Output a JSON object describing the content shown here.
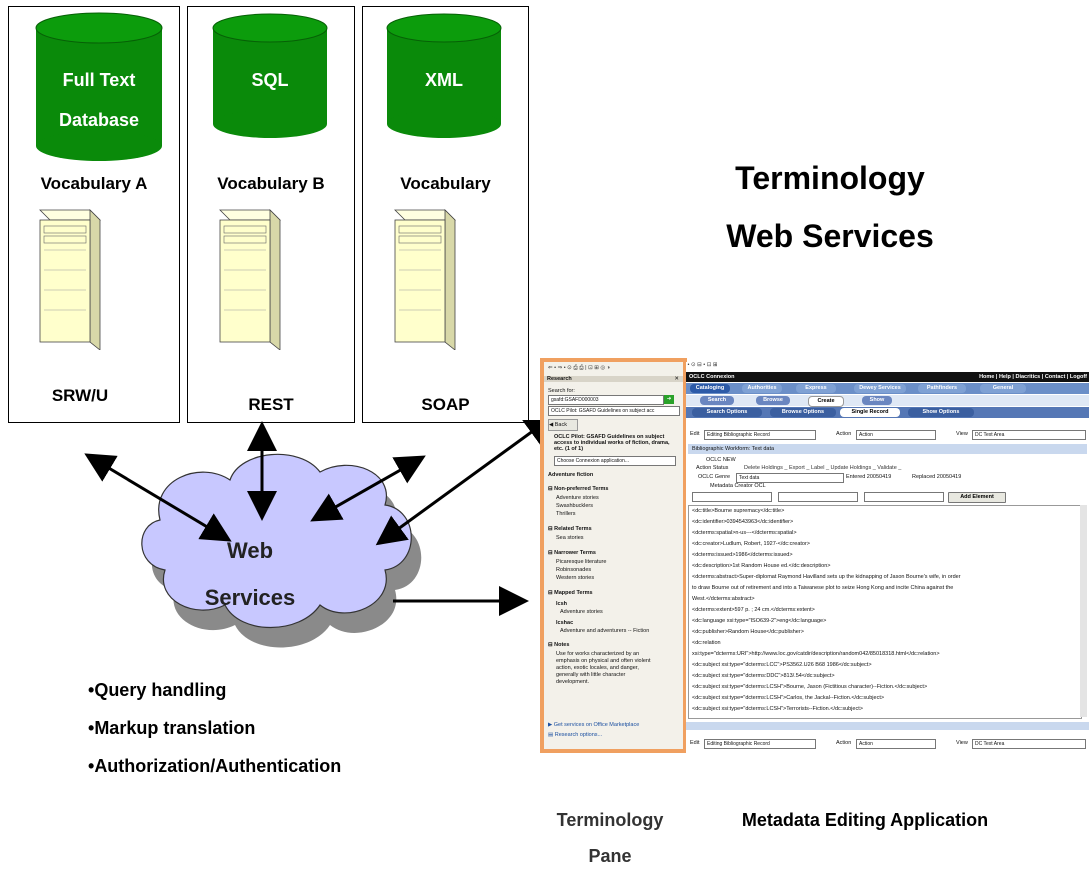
{
  "sources": [
    {
      "db_label_1": "Full Text",
      "db_label_2": "Database",
      "vocabulary": "Vocabulary A",
      "protocol": "SRW/U"
    },
    {
      "db_label_1": "SQL",
      "db_label_2": "",
      "vocabulary": "Vocabulary B",
      "protocol": "REST"
    },
    {
      "db_label_1": "XML",
      "db_label_2": "",
      "vocabulary": "Vocabulary",
      "protocol": "SOAP"
    }
  ],
  "title": {
    "line1": "Terminology",
    "line2": "Web Services"
  },
  "cloud": {
    "line1": "Web",
    "line2": "Services"
  },
  "features": [
    "Query handling",
    "Markup translation",
    "Authorization/Authentication"
  ],
  "captions": {
    "pane_1": "Terminology",
    "pane_2": "Pane",
    "app": "Metadata Editing Application"
  },
  "colors": {
    "db_green": "#0a8a0a",
    "server": "#ffffcc",
    "cloud": "#c8c8ff",
    "pane_border": "#f0a060"
  },
  "pane": {
    "header": "Research",
    "search_label": "Search for:",
    "search_value": "gsafd:GSAFD000003",
    "source_select": "OCLC Pilot: GSAFD Guidelines on subject acc",
    "back": "Back",
    "result_title": "OCLC Pilot: GSAFD Guidelines on subject access to individual works of fiction, drama, etc. (1 of 1)",
    "choose": "Choose Connexion application...",
    "term": "Adventure fiction",
    "groups": [
      {
        "head": "Non-preferred Terms",
        "items": [
          "Adventure stories",
          "Swashbucklers",
          "Thrillers"
        ]
      },
      {
        "head": "Related Terms",
        "items": [
          "Sea stories"
        ]
      },
      {
        "head": "Narrower Terms",
        "items": [
          "Picaresque literature",
          "Robinsonades",
          "Western stories"
        ]
      },
      {
        "head": "Mapped Terms",
        "items": [
          "lcsh",
          "Adventure stories",
          "lcshac",
          "Adventure and adventurers -- Fiction"
        ]
      },
      {
        "head": "Notes",
        "items": [
          "Use for works characterized by an",
          "emphasis on physical and often violent",
          "action, exotic locales, and danger,",
          "generally with little character",
          "development."
        ]
      }
    ],
    "footer_1": "Get services on Office Marketplace",
    "footer_2": "Research options..."
  },
  "app": {
    "brand": "OCLC Connexion",
    "top_links": "Home | Help | Diacritics | Contact | Logoff",
    "tabs": [
      "Cataloging",
      "Authorities",
      "Express",
      "Dewey Services",
      "Pathfinders",
      "General"
    ],
    "buttons": [
      "Search",
      "Browse",
      "Create",
      "Show"
    ],
    "options": [
      "Search Options",
      "Browse Options",
      "Single Record",
      "Show Options"
    ],
    "edit_label": "Edit",
    "edit_value": "Editing Bibliographic Record",
    "action_label": "Action",
    "action_value": "Action",
    "view_label": "View",
    "view_value": "DC Text Area",
    "workform": "Bibliographic Workform: Text data",
    "oclc": "OCLC",
    "oclc_value": "NEW",
    "action_status": "Action Status",
    "status_links": "Delete Holdings _ Export _ Label _ Update Holdings _ Validate _",
    "genre": "OCLC Genre",
    "genre_value": "Text data",
    "entered": "Entered",
    "entered_value": "20050419",
    "replaced": "Replaced",
    "replaced_value": "20050419",
    "creator": "Metadata Creator",
    "creator_value": "OCL",
    "add_element": "Add Element",
    "xml": [
      "<dc:title>Bourne supremacy</dc:title>",
      "<dc:identifier>0394543963</dc:identifier>",
      "<dcterms:spatial>n-us---</dcterms:spatial>",
      "<dc:creator>Ludlum, Robert, 1927-</dc:creator>",
      "<dcterms:issued>1986</dcterms:issued>",
      "<dc:description>1st Random House ed.</dc:description>",
      "<dcterms:abstract>Super-diplomat Raymond Havilland sets up the kidnapping of Jason Bourne's wife, in order",
      "to draw Bourne out of retirement and into a Taiwanese plot to seize Hong Kong and incite China against the",
      "West.</dcterms:abstract>",
      "<dcterms:extent>597 p. ; 24 cm.</dcterms:extent>",
      "<dc:language xsi:type=\"ISO639-2\">eng</dc:language>",
      "<dc:publisher>Random House</dc:publisher>",
      "<dc:relation",
      "xsi:type=\"dcterms:URI\">http://www.loc.gov/catdir/description/random042/85018318.html</dc:relation>",
      "<dc:subject xsi:type=\"dcterms:LCC\">PS3562.U26 B68 1986</dc:subject>",
      "<dc:subject xsi:type=\"dcterms:DDC\">813/.54</dc:subject>",
      "<dc:subject xsi:type=\"dcterms:LCSH\">Bourne, Jason (Fictitious character)--Fiction.</dc:subject>",
      "<dc:subject xsi:type=\"dcterms:LCSH\">Carlos, the Jackal--Fiction.</dc:subject>",
      "<dc:subject xsi:type=\"dcterms:LCSH\">Terrorists--Fiction.</dc:subject>"
    ]
  }
}
